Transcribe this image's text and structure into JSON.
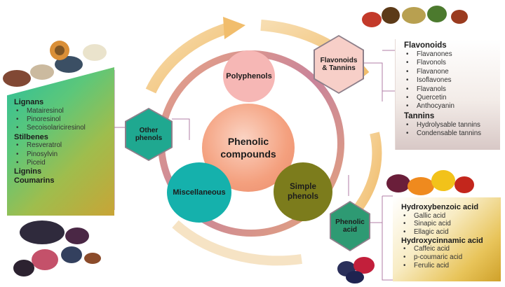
{
  "center": {
    "main_label": "Phenolic compounds"
  },
  "circles": {
    "polyphenols": "Polyphenols",
    "miscellaneous": "Miscellaneous",
    "simple_phenols": "Simple phenols"
  },
  "hexagons": {
    "flavonoids_tannins": "Flavonoids & Tannins",
    "other_phenols": "Other phenols",
    "phenolic_acid": "Phenolic acid"
  },
  "panels": {
    "left": {
      "groups": [
        {
          "title": "Lignans",
          "items": [
            "Matairesinol",
            "Pinoresinol",
            "Secoisolariciresinol"
          ]
        },
        {
          "title": "Stilbenes",
          "items": [
            "Resveratrol",
            "Pinosylvin",
            "Piceid"
          ]
        },
        {
          "title": "Lignins",
          "items": []
        },
        {
          "title": "Coumarins",
          "items": []
        }
      ]
    },
    "top_right": {
      "groups": [
        {
          "title": "Flavonoids",
          "items": [
            "Flavanones",
            "Flavonols",
            "Flavanone",
            "Isoflavones",
            "Flavanols",
            "Quercetin",
            "Anthocyanin"
          ]
        },
        {
          "title": "Tannins",
          "items": [
            "Hydrolysable tannins",
            "Condensable tannins"
          ]
        }
      ]
    },
    "bottom_right": {
      "groups": [
        {
          "title": "Hydroxybenzoic acid",
          "items": [
            "Gallic acid",
            "Sinapic acid",
            "Ellagic acid"
          ]
        },
        {
          "title": "Hydroxycinnamic acid",
          "items": [
            "Caffeic acid",
            "p-coumaric acid",
            "Ferulic acid"
          ]
        }
      ]
    }
  },
  "colors": {
    "polyphenols": "#f6b7b5",
    "center": "#f29a74",
    "miscellaneous": "#15b1ac",
    "simple_phenols": "#7c7c1c",
    "ring": "#d6967a",
    "arrow": "#f3c98a",
    "hex_flavonoids": "#f7cfc8",
    "hex_other": "#1fa890",
    "hex_phenolic": "#2e9a73"
  }
}
